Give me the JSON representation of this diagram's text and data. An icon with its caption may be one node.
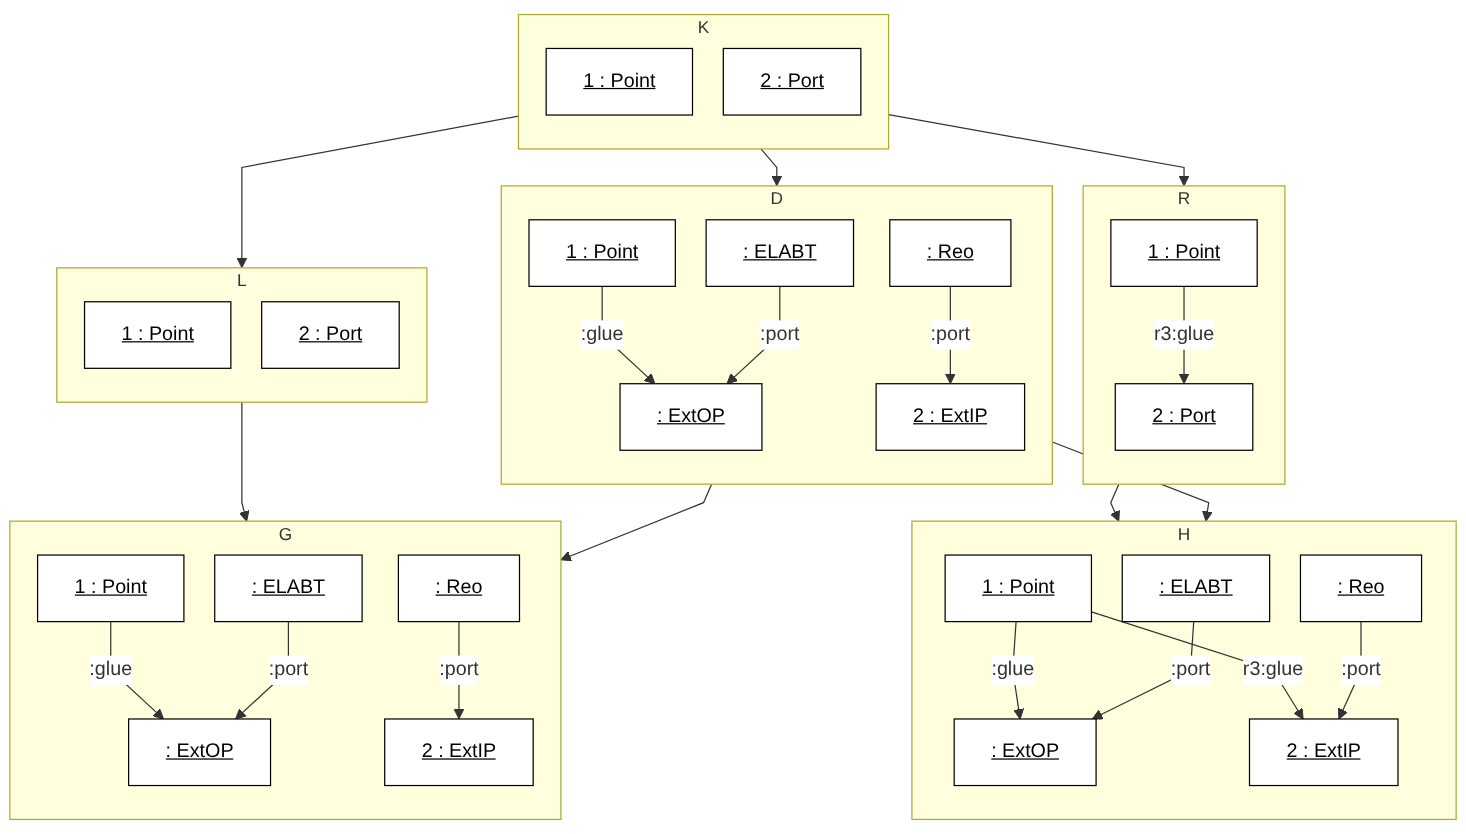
{
  "diagram": {
    "nodes": [
      {
        "text": [
          "L"
        ]
      },
      {
        "text": [
          "1 : Point"
        ],
        "in": 0
      },
      {
        "text": [
          "2 : Port"
        ],
        "in": 0
      },
      {
        "text": [
          "K"
        ]
      },
      {
        "text": [
          "1 : Point"
        ],
        "in": 3
      },
      {
        "text": [
          "2 : Port"
        ],
        "in": 3
      },
      {
        "text": [
          "R"
        ]
      },
      {
        "text": [
          "1 : Point"
        ],
        "in": 6
      },
      {
        "text": [
          "2 : Port"
        ],
        "in": 6
      },
      {
        "text": [
          "G"
        ]
      },
      {
        "text": [
          "1 : Point"
        ],
        "in": 9
      },
      {
        "text": [
          ": ExtOP"
        ],
        "in": 9
      },
      {
        "text": [
          "2 : ExtIP"
        ],
        "in": 9
      },
      {
        "text": [
          ": ELABT"
        ],
        "in": 9
      },
      {
        "text": [
          ": Reo"
        ],
        "in": 9
      },
      {
        "text": [
          "D"
        ]
      },
      {
        "text": [
          "1 : Point"
        ],
        "in": 15
      },
      {
        "text": [
          ": ExtOP"
        ],
        "in": 15
      },
      {
        "text": [
          "2 : ExtIP"
        ],
        "in": 15
      },
      {
        "text": [
          ": ELABT"
        ],
        "in": 15
      },
      {
        "text": [
          ": Reo"
        ],
        "in": 15
      },
      {
        "text": [
          "H"
        ]
      },
      {
        "text": [
          "1 : Point"
        ],
        "in": 21
      },
      {
        "text": [
          ": ExtOP"
        ],
        "in": 21
      },
      {
        "text": [
          "2 : ExtIP"
        ],
        "in": 21
      },
      {
        "text": [
          ": ELABT"
        ],
        "in": 21
      },
      {
        "text": [
          ": Reo"
        ],
        "in": 21
      }
    ],
    "edges": [
      {
        "from": 3,
        "to": 0,
        "arrow": "to"
      },
      {
        "from": 3,
        "to": 6,
        "arrow": "to"
      },
      {
        "from": 7,
        "to": 8,
        "arrow": "to",
        "label": "r3:glue"
      },
      {
        "from": 0,
        "to": 9,
        "arrow": "to"
      },
      {
        "from": 3,
        "to": 15,
        "arrow": "to"
      },
      {
        "from": 6,
        "to": 21,
        "arrow": "to"
      },
      {
        "from": 10,
        "to": 11,
        "arrow": "to",
        "label": ":glue"
      },
      {
        "from": 13,
        "to": 11,
        "arrow": "to",
        "label": ":port"
      },
      {
        "from": 14,
        "to": 12,
        "arrow": "to",
        "label": ":port"
      },
      {
        "from": 15,
        "to": 9,
        "arrow": "to"
      },
      {
        "from": 16,
        "to": 17,
        "arrow": "to",
        "label": ":glue"
      },
      {
        "from": 19,
        "to": 17,
        "arrow": "to",
        "label": ":port"
      },
      {
        "from": 20,
        "to": 18,
        "arrow": "to",
        "label": ":port"
      },
      {
        "from": 15,
        "to": 21,
        "arrow": "to"
      },
      {
        "from": 22,
        "to": 23,
        "arrow": "to",
        "label": ":glue"
      },
      {
        "from": 22,
        "to": 24,
        "arrow": "to",
        "label": "r3:glue"
      },
      {
        "from": 25,
        "to": 23,
        "arrow": "to",
        "label": ":port"
      },
      {
        "from": 26,
        "to": 24,
        "arrow": "to",
        "label": ":port"
      }
    ]
  }
}
